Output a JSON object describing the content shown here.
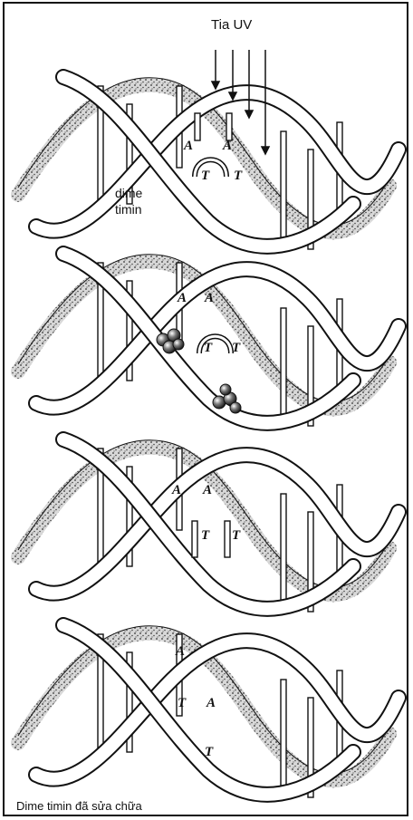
{
  "labels": {
    "uv": "Tia UV",
    "dimer_line1": "dime",
    "dimer_line2": "timin",
    "caption": "Dime timin đã sửa chữa"
  },
  "bases": {
    "adenine": "A",
    "thymine": "T"
  }
}
